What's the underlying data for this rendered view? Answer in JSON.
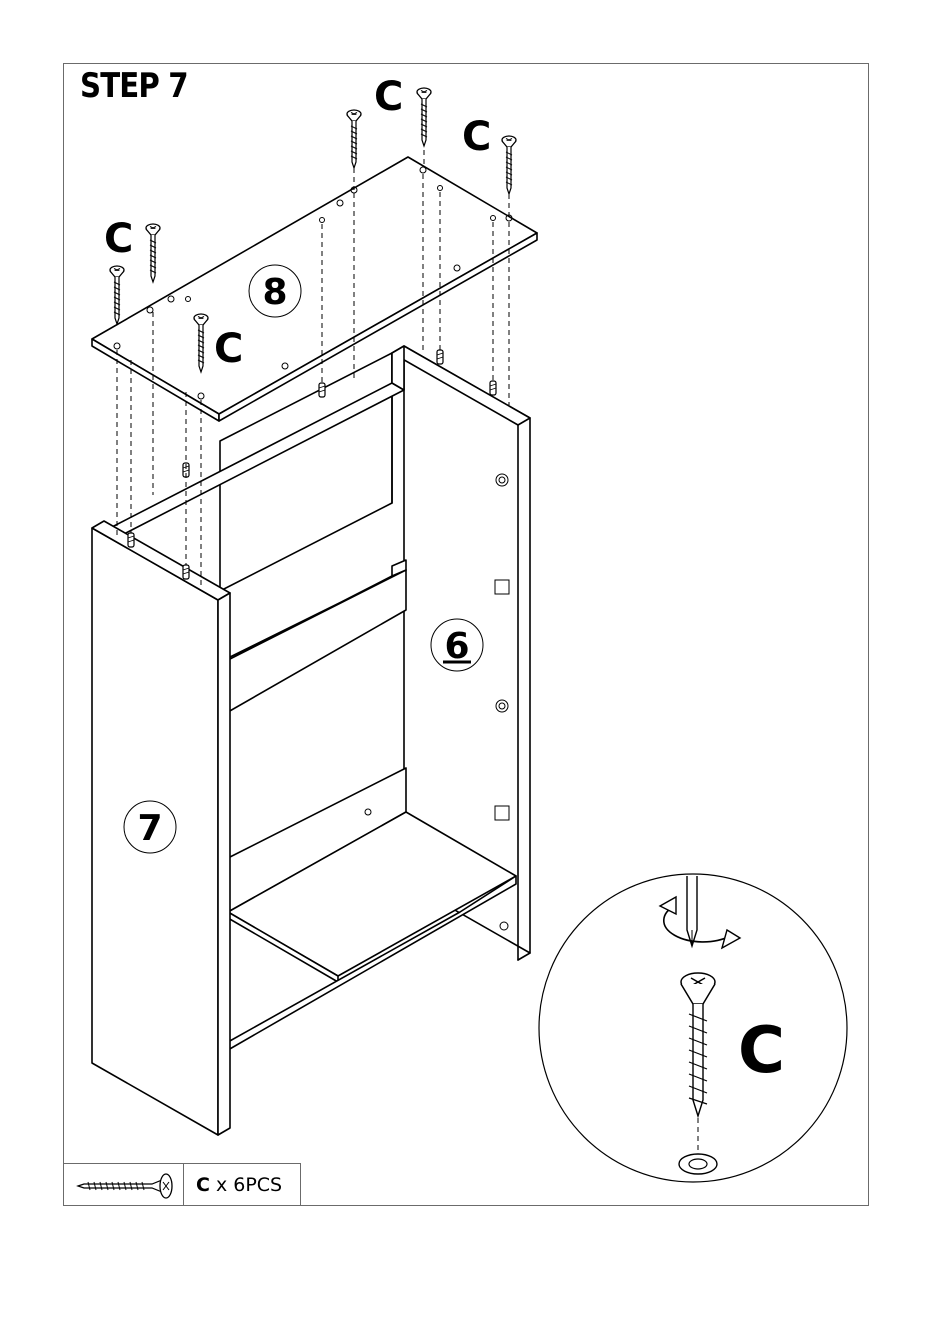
{
  "step_title": "STEP 7",
  "panels": {
    "top": "8",
    "side_left": "7",
    "side_right": "6"
  },
  "screw_label": "C",
  "detail_label": "C",
  "legend": {
    "part": "C",
    "quantity": "x 6PCS"
  }
}
